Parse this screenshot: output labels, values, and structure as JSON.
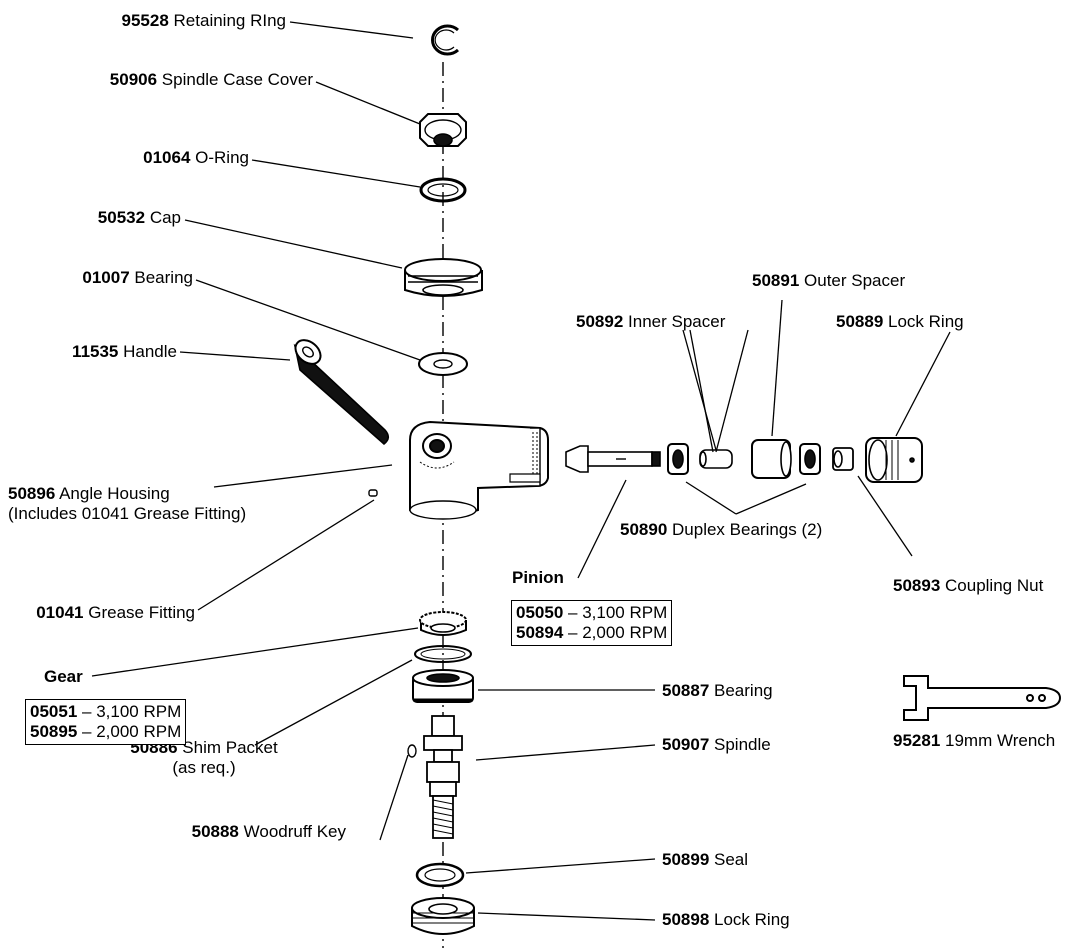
{
  "parts": [
    {
      "id": "retaining-ring",
      "number": "95528",
      "name": "Retaining RIng"
    },
    {
      "id": "spindle-case-cover",
      "number": "50906",
      "name": "Spindle Case Cover"
    },
    {
      "id": "o-ring",
      "number": "01064",
      "name": "O-Ring"
    },
    {
      "id": "cap",
      "number": "50532",
      "name": "Cap"
    },
    {
      "id": "bearing-top",
      "number": "01007",
      "name": "Bearing"
    },
    {
      "id": "handle",
      "number": "11535",
      "name": "Handle"
    },
    {
      "id": "angle-housing",
      "number": "50896",
      "name": "Angle Housing",
      "note": "(Includes 01041 Grease Fitting)"
    },
    {
      "id": "grease-fitting",
      "number": "01041",
      "name": "Grease Fitting"
    },
    {
      "id": "shim-packet",
      "number": "50886",
      "name": "Shim Packet",
      "note": "(as req.)"
    },
    {
      "id": "woodruff-key",
      "number": "50888",
      "name": "Woodruff Key"
    },
    {
      "id": "bearing-lower",
      "number": "50887",
      "name": "Bearing"
    },
    {
      "id": "spindle",
      "number": "50907",
      "name": "Spindle"
    },
    {
      "id": "seal",
      "number": "50899",
      "name": "Seal"
    },
    {
      "id": "lock-ring-bottom",
      "number": "50898",
      "name": "Lock Ring"
    },
    {
      "id": "outer-spacer",
      "number": "50891",
      "name": "Outer Spacer"
    },
    {
      "id": "inner-spacer",
      "number": "50892",
      "name": "Inner Spacer"
    },
    {
      "id": "lock-ring-right",
      "number": "50889",
      "name": "Lock Ring"
    },
    {
      "id": "duplex-bearings",
      "number": "50890",
      "name": "Duplex Bearings (2)"
    },
    {
      "id": "coupling-nut",
      "number": "50893",
      "name": "Coupling Nut"
    },
    {
      "id": "wrench",
      "number": "95281",
      "name": "19mm Wrench"
    }
  ],
  "pinion": {
    "heading": "Pinion",
    "options": [
      {
        "number": "05050",
        "speed": "– 3,100 RPM"
      },
      {
        "number": "50894",
        "speed": "– 2,000 RPM"
      }
    ]
  },
  "gear": {
    "heading": "Gear",
    "options": [
      {
        "number": "05051",
        "speed": "– 3,100 RPM"
      },
      {
        "number": "50895",
        "speed": "– 2,000 RPM"
      }
    ]
  }
}
